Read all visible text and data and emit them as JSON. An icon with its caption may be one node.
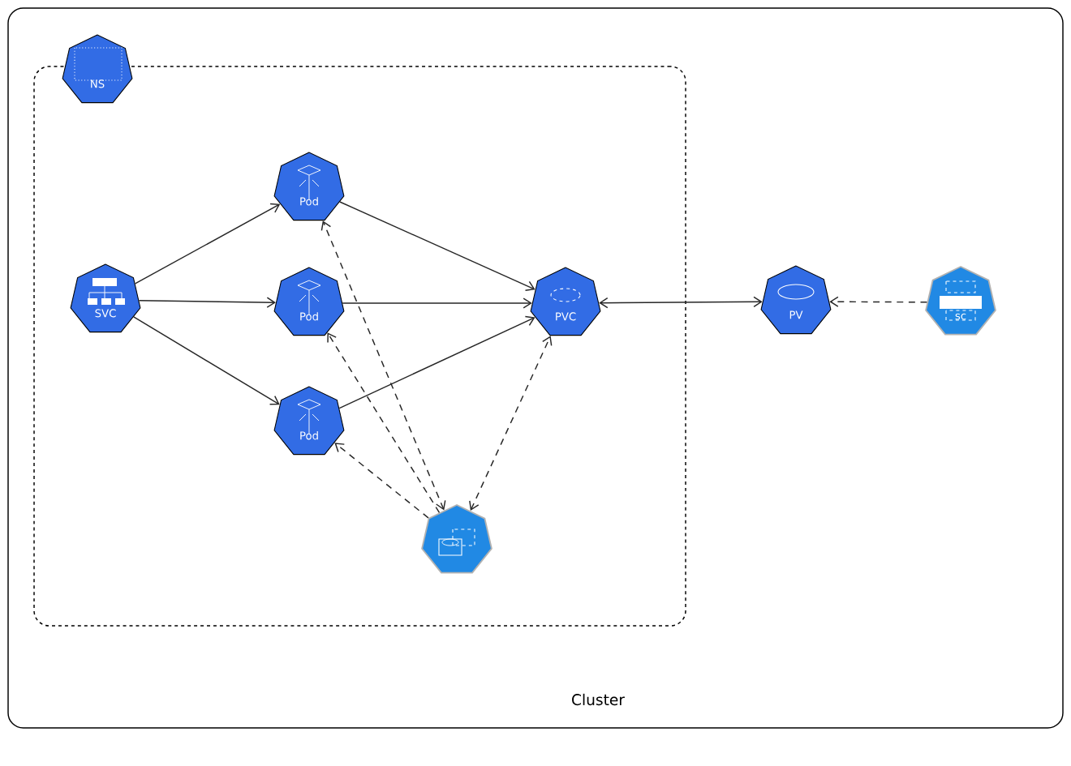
{
  "diagram": {
    "nodes": [
      {
        "text": [
          "Cluster"
        ]
      },
      {
        "text": [],
        "shape": "box",
        "in": 0
      },
      {
        "text": [
          "NS"
        ],
        "in": 0
      },
      {
        "text": [
          "SVC"
        ],
        "in": 1
      },
      {
        "text": [
          "Pod"
        ],
        "in": 1
      },
      {
        "text": [
          "Pod"
        ],
        "in": 1
      },
      {
        "text": [
          "Pod"
        ],
        "in": 1
      },
      {
        "text": [
          "PVC"
        ],
        "in": 1
      },
      {
        "text": [],
        "shape": "heptagon",
        "in": 1
      },
      {
        "text": [
          "PV"
        ],
        "in": 0
      },
      {
        "text": [
          "sc"
        ],
        "in": 0
      }
    ],
    "edges": [
      {
        "from": 3,
        "to": 4,
        "arrow": "to"
      },
      {
        "from": 3,
        "to": 5,
        "arrow": "to"
      },
      {
        "from": 3,
        "to": 6,
        "arrow": "to"
      },
      {
        "from": 4,
        "to": 7,
        "arrow": "to"
      },
      {
        "from": 5,
        "to": 7,
        "arrow": "to"
      },
      {
        "from": 6,
        "to": 7,
        "arrow": "to"
      },
      {
        "from": 7,
        "to": 9,
        "arrow": "both"
      },
      {
        "from": 10,
        "to": 9,
        "arrow": "to",
        "style": "dashed"
      },
      {
        "from": 8,
        "to": 4,
        "arrow": "both",
        "style": "dashed"
      },
      {
        "from": 8,
        "to": 5,
        "arrow": "to",
        "style": "dashed"
      },
      {
        "from": 8,
        "to": 6,
        "arrow": "to",
        "style": "dashed"
      },
      {
        "from": 8,
        "to": 7,
        "arrow": "both",
        "style": "dashed"
      }
    ]
  }
}
